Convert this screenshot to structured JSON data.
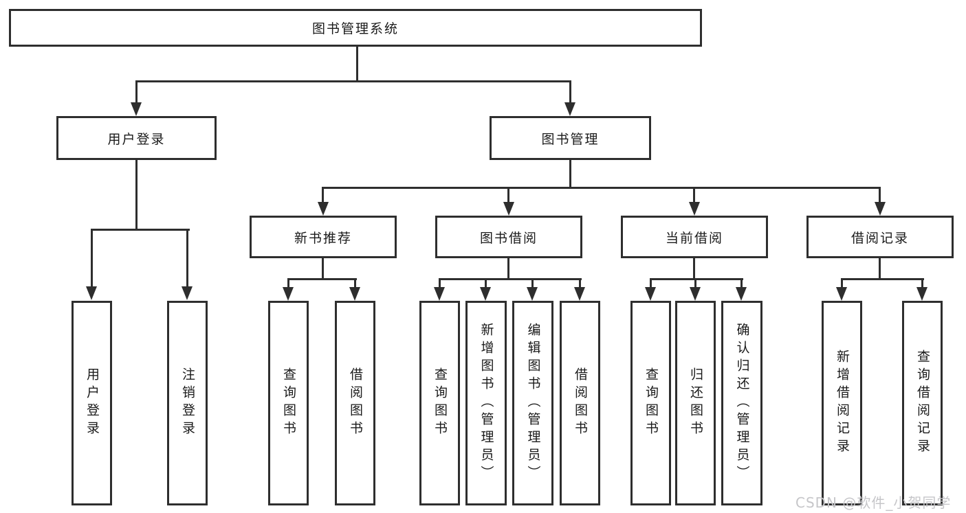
{
  "diagram": {
    "root": "图书管理系统",
    "level2": {
      "user_login": "用户登录",
      "book_mgmt": "图书管理"
    },
    "level3": {
      "new_books": "新书推荐",
      "book_borrow": "图书借阅",
      "current_borrow": "当前借阅",
      "borrow_records": "借阅记录"
    },
    "leaves": {
      "user_login": [
        "用户登录",
        "注销登录"
      ],
      "new_books": [
        "查询图书",
        "借阅图书"
      ],
      "book_borrow": [
        "查询图书",
        "新增图书（管理员）",
        "编辑图书（管理员）",
        "借阅图书"
      ],
      "current_borrow": [
        "查询图书",
        "归还图书",
        "确认归还（管理员）"
      ],
      "borrow_records": [
        "新增借阅记录",
        "查询借阅记录"
      ]
    }
  },
  "watermark": "CSDN @软件_小贺同学",
  "colors": {
    "line": "#2e2e2e",
    "text": "#1a1a1a",
    "watermark": "#c6c6c9",
    "background": "#ffffff"
  }
}
